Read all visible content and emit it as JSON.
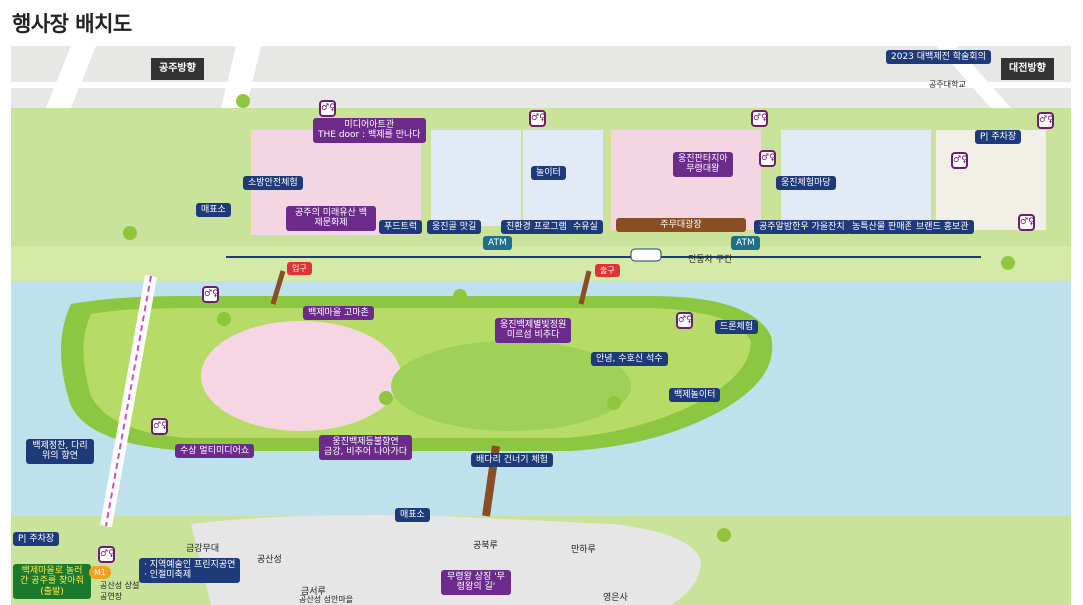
{
  "page": {
    "title": "행사장 배치도"
  },
  "directions": {
    "gongju": "공주방향",
    "daejeon": "대전방향"
  },
  "top_area": {
    "conference": "2023 대백제전 학술회의",
    "university": "공주대학교",
    "fire_safety": "소방안전체험",
    "media_arts_title": "미디어아트관",
    "media_arts_sub": "THE door : 백제를 만나다",
    "future_heritage": "공주의 미래유산 백제문화제",
    "ticket_booth": "매표소",
    "food_truck": "푸드트럭",
    "ungjin_food": "웅진골 맛길",
    "playground": "놀이터",
    "eco_program": "친환경 프로그램",
    "nursing_room": "수유실",
    "fantasia_title": "웅진판타지아",
    "fantasia_sub": "무령대왕",
    "main_stage": "주무대광장",
    "experience_village": "웅진체험마당",
    "hanwoo_festival": "공주알밤한우 가을잔치",
    "agri_market": "농특산물 판매존",
    "brand_pr": "브랜드 홍보관",
    "parking": "P| 주차장",
    "atm1": "ATM",
    "atm2": "ATM",
    "tram_section": "전동차 구간"
  },
  "island": {
    "entrance": "입구",
    "exit": "출구",
    "village": "백제마을 고마촌",
    "light_garden_title": "웅진백제별빛정원",
    "light_garden_sub": "미르섬 비추다",
    "greeting": "안녕, 수호신 석수",
    "drone": "드론체험",
    "baekje_playground": "백제놀이터"
  },
  "river": {
    "boat_bridge": "백제정찬, 다리위의 향연",
    "water_media": "수상 멀티미디어쇼",
    "lantern_title": "웅진백제등불향연",
    "lantern_sub": "금강, 비추어 나아가다",
    "pontoon": "배다리 건너기 체험"
  },
  "bottom_area": {
    "parking": "P| 주차장",
    "village_guide": "백제마을로 놀러간 공주를 찾아줘 (출발)",
    "performance_stage": "공산성 상설공연장",
    "gongbuk": "공북루",
    "ticket2": "매표소",
    "geumseo": "금서루",
    "gongsan_ticket": "공산성",
    "arts_list": [
      "· 지역예술인 프린지공연",
      "· 인절미축제"
    ],
    "geum_stage": "금강무대",
    "muryeong": "무령왕 상징 '무령왕의 길'",
    "manha": "만하루",
    "gongsan_castle": "공산성 성안마을",
    "yeongeun": "영은사",
    "m1": "M1"
  }
}
